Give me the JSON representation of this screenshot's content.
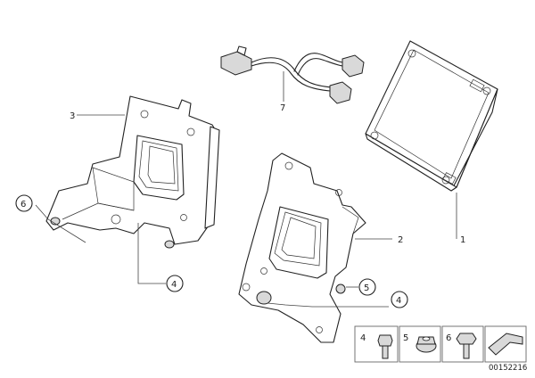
{
  "callouts": {
    "c1": "1",
    "c2": "2",
    "c3": "3",
    "c4a": "4",
    "c4b": "4",
    "c5": "5",
    "c6": "6",
    "c7": "7"
  },
  "legend": {
    "l4": "4",
    "l5": "5",
    "l6": "6"
  },
  "diagram_code": "00152216"
}
